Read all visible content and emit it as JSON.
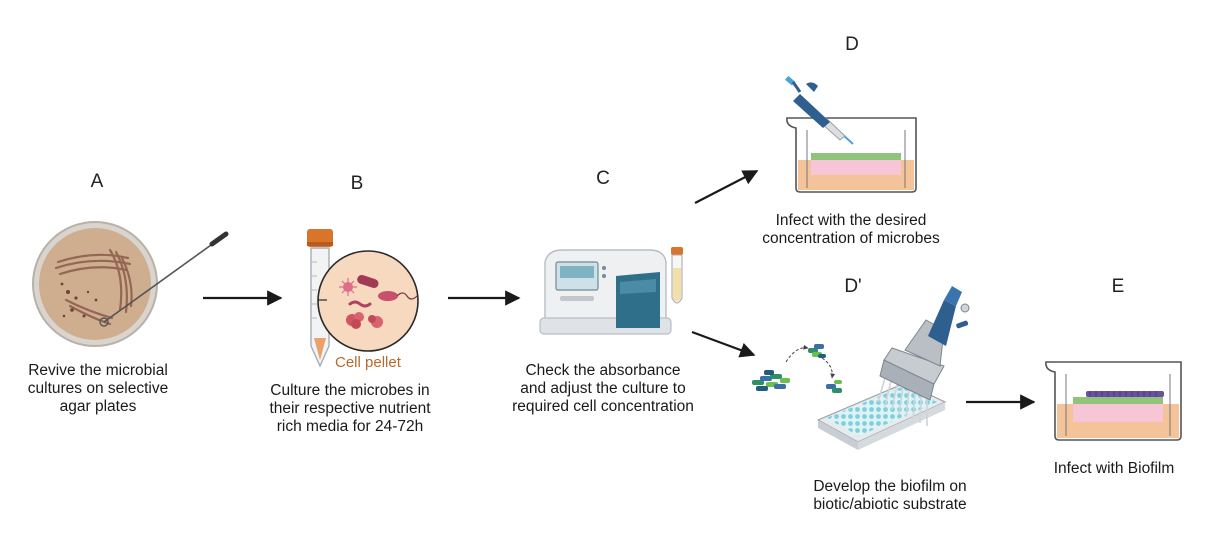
{
  "steps": {
    "A": {
      "letter": "A",
      "caption": [
        "Revive the microbial",
        "cultures on selective",
        "agar plates"
      ]
    },
    "B": {
      "letter": "B",
      "caption": [
        "Culture the microbes in",
        "their respective nutrient",
        "rich media for 24-72h"
      ],
      "inset_label": "Cell pellet"
    },
    "C": {
      "letter": "C",
      "caption": [
        "Check the absorbance",
        "and adjust the culture to",
        "required cell concentration"
      ]
    },
    "D": {
      "letter": "D",
      "caption": [
        "Infect with the desired",
        "concentration of microbes"
      ]
    },
    "D_prime": {
      "letter": "D'",
      "caption": [
        "Develop the biofilm on",
        "biotic/abiotic substrate"
      ]
    },
    "E": {
      "letter": "E",
      "caption": [
        "Infect with Biofilm"
      ]
    }
  },
  "colors": {
    "agar": "#cfae8f",
    "streak": "#8a5a4a",
    "tube_cap": "#d9742b",
    "pellet_text": "#b86a2e",
    "inset_bg": "#f6d9bf",
    "beaker_medium": "#f4c39a",
    "beaker_pink": "#f6c6d6",
    "beaker_green": "#8fc47a",
    "biofilm_purple": "#6b4fa0",
    "spectro_teal": "#2f6f8a",
    "pipette_blue": "#2f5f8f",
    "arrow": "#1a1a1a"
  },
  "icons": [
    "petri-dish-icon",
    "inoculation-loop-icon",
    "falcon-tube-icon",
    "microbe-inset-icon",
    "spectrophotometer-icon",
    "pipette-icon",
    "beaker-icon",
    "multichannel-pipette-icon",
    "well-plate-icon",
    "biofilm-icon"
  ]
}
